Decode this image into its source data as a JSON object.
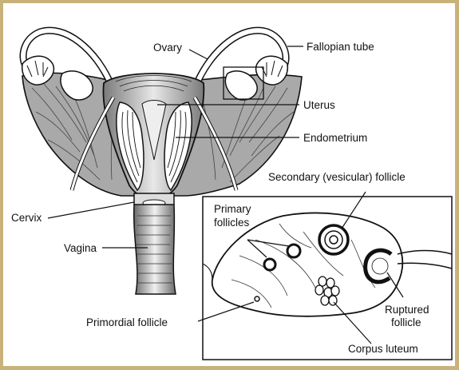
{
  "labels": {
    "ovary": "Ovary",
    "fallopian_tube": "Fallopian tube",
    "uterus": "Uterus",
    "endometrium": "Endometrium",
    "secondary_follicle": "Secondary (vesicular) follicle",
    "primary_follicles_line1": "Primary",
    "primary_follicles_line2": "follicles",
    "cervix": "Cervix",
    "vagina": "Vagina",
    "ruptured_follicle_line1": "Ruptured",
    "ruptured_follicle_line2": "follicle",
    "primordial_follicle": "Primordial follicle",
    "corpus_luteum": "Corpus luteum"
  },
  "colors": {
    "border": "#c9b27a",
    "background": "#ffffff",
    "ink": "#111111",
    "ligament_fill": "#a9a9a9"
  }
}
